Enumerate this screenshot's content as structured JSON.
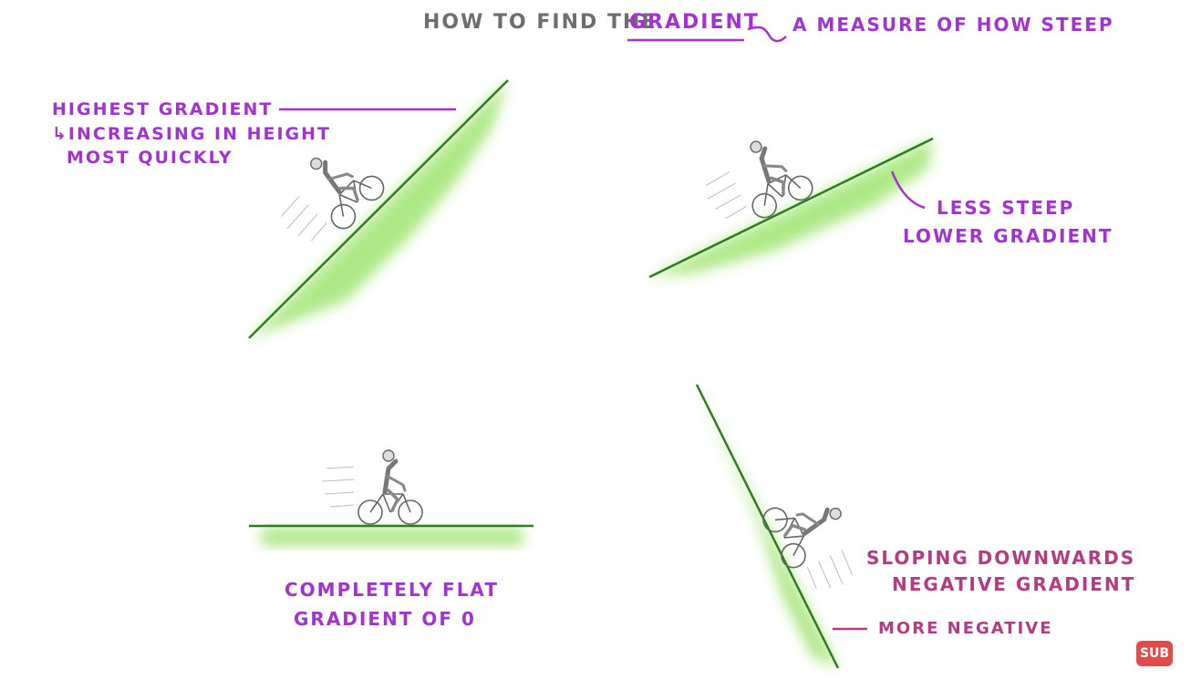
{
  "title": {
    "prefix": "HOW TO FIND THE",
    "keyword": "GRADIENT",
    "definition": "A MEASURE OF HOW STEEP"
  },
  "panels": {
    "steep": {
      "label_1": "HIGHEST GRADIENT",
      "label_2": "↳INCREASING IN HEIGHT",
      "label_3": "MOST QUICKLY"
    },
    "gentle": {
      "label_1": "LESS STEEP",
      "label_2": "LOWER GRADIENT"
    },
    "flat": {
      "label_1": "COMPLETELY FLAT",
      "label_2": "GRADIENT OF 0"
    },
    "downhill": {
      "label_1": "SLOPING DOWNWARDS",
      "label_2": "NEGATIVE GRADIENT",
      "label_3": "MORE NEGATIVE"
    }
  },
  "badge": {
    "label": "SUB"
  },
  "colors": {
    "accent_purple": "#a233d0",
    "accent_magenta": "#b43a82",
    "line_green": "#2f7d1f",
    "shade_green": "#9be36a",
    "title_grey": "#6e6e6e",
    "badge_red": "#e04b4b"
  },
  "icons": [
    "cyclist-icon"
  ]
}
